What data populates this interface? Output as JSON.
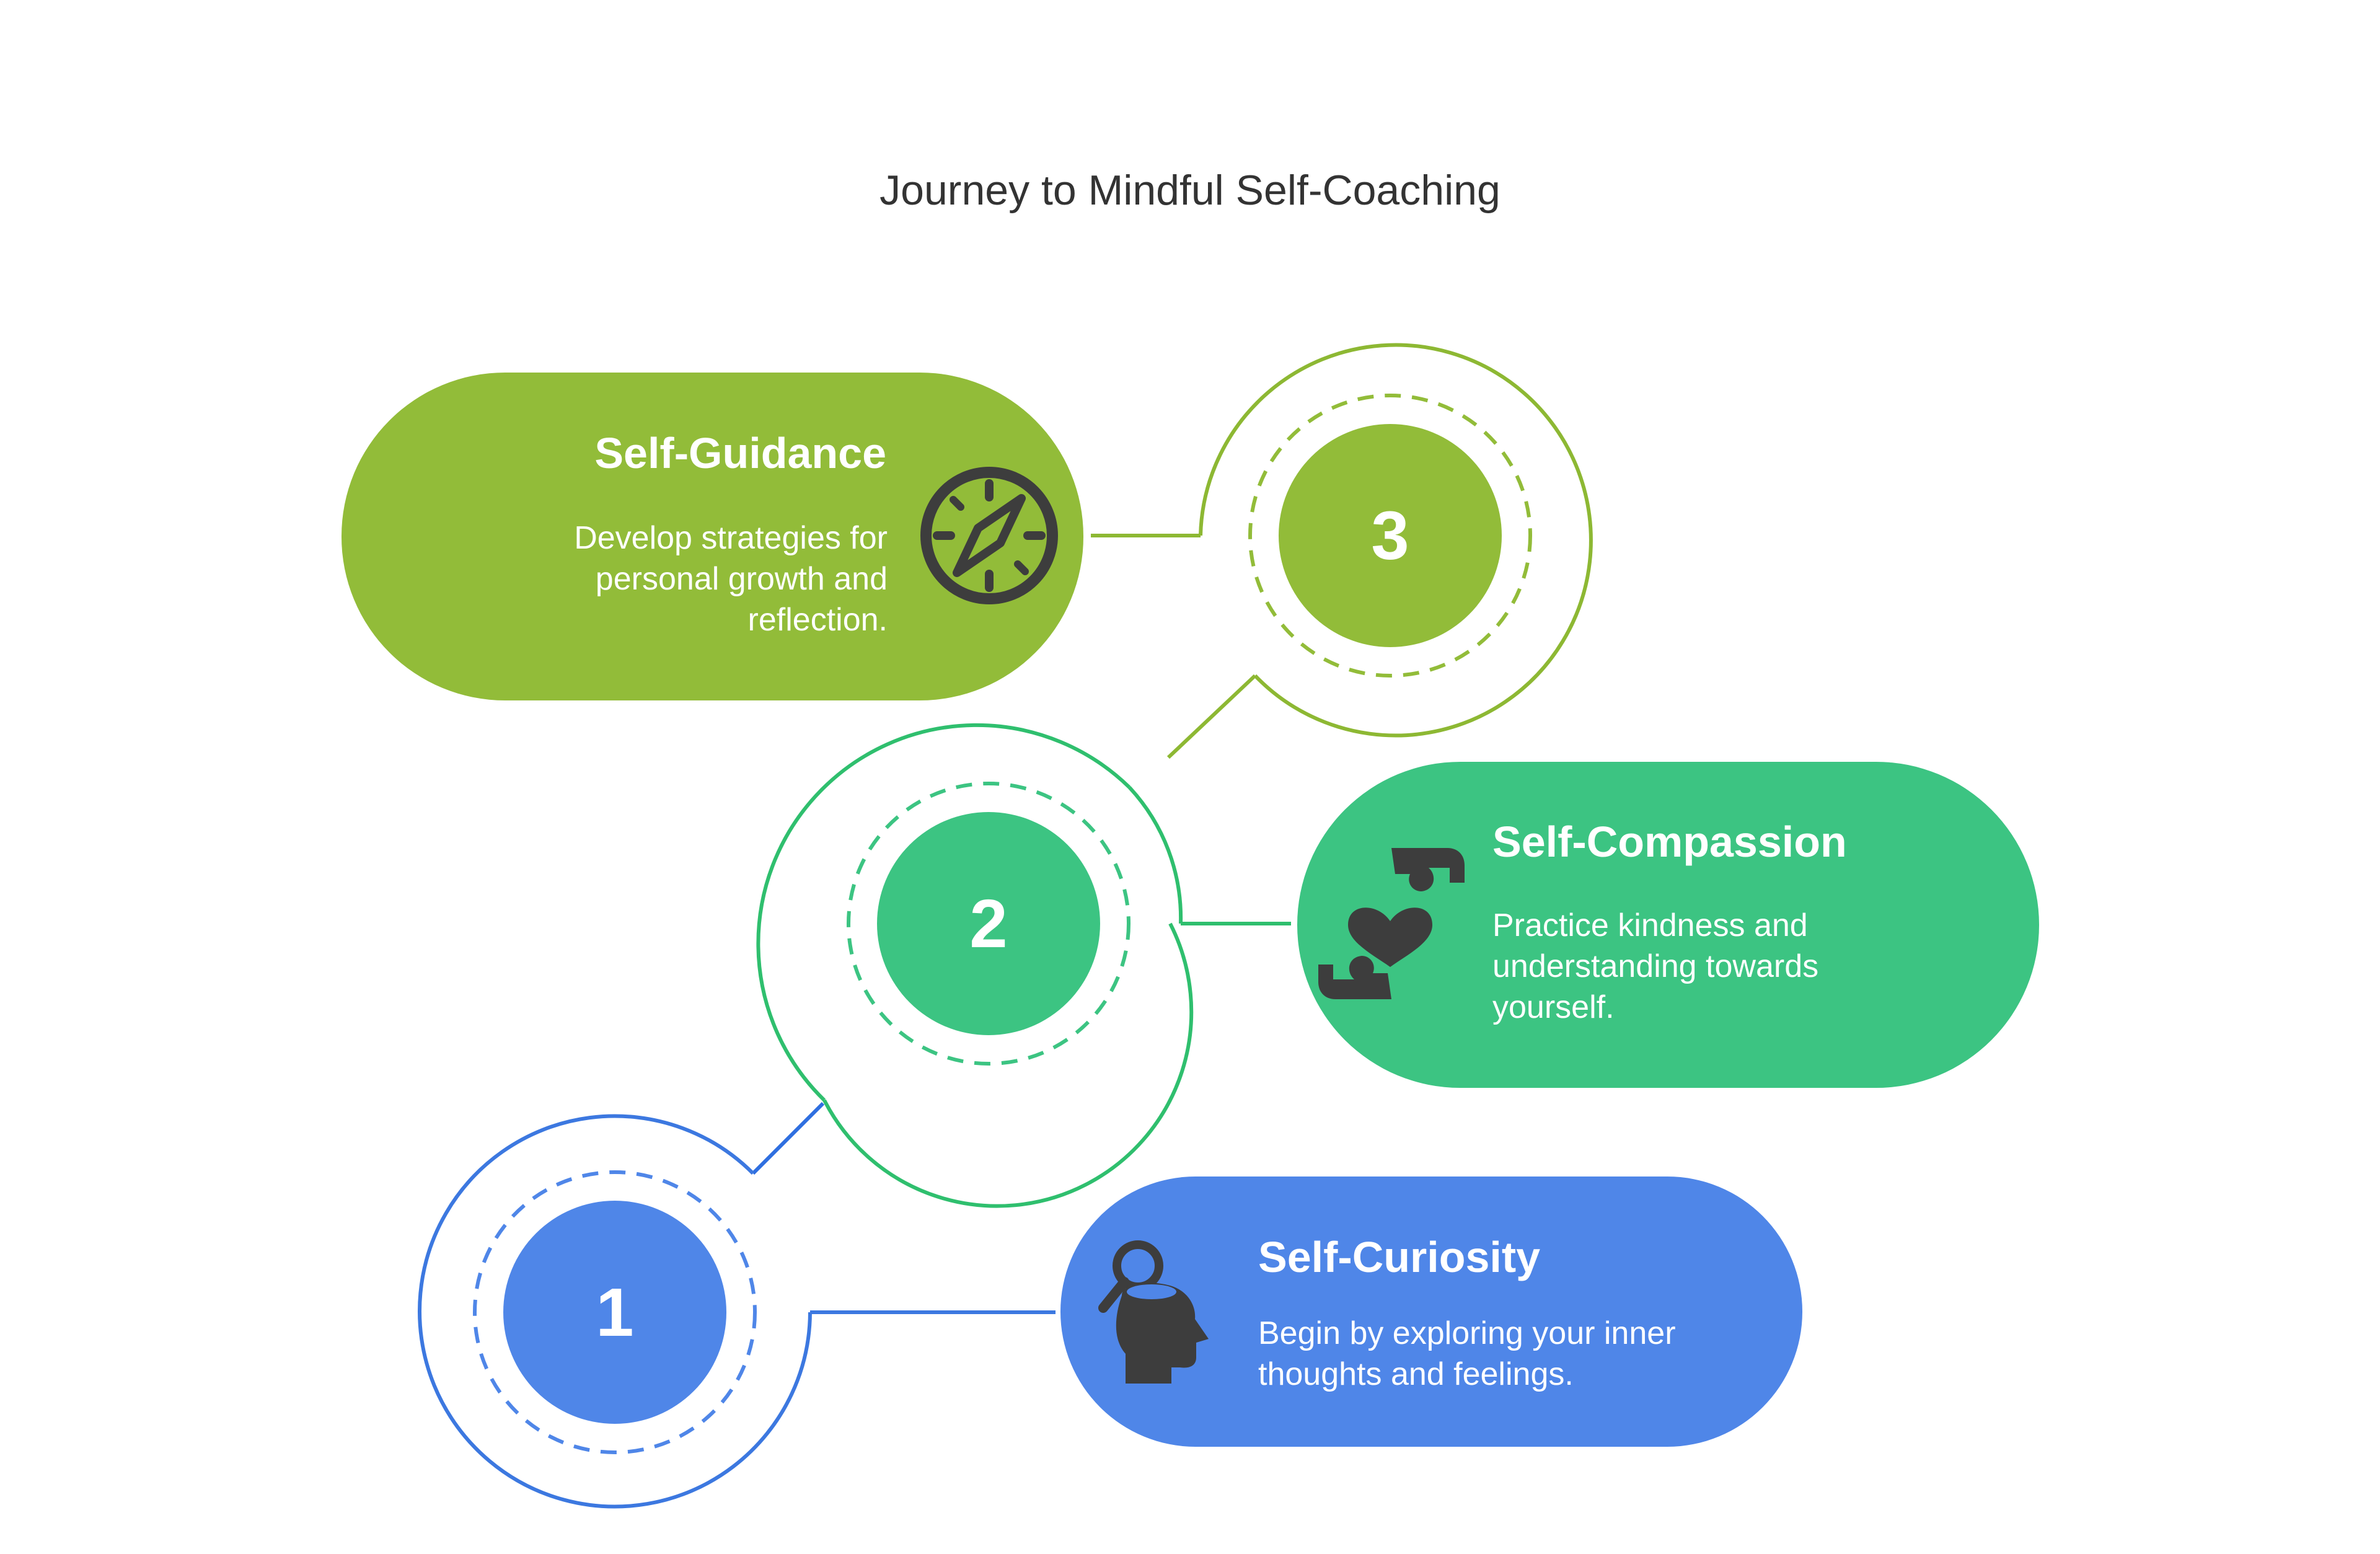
{
  "title": "Journey to Mindful Self-Coaching",
  "steps": [
    {
      "number": "1",
      "title": "Self-Curiosity",
      "description_lines": [
        "Begin by exploring your inner",
        "thoughts and feelings."
      ],
      "icon": "head-magnifier-icon",
      "color": "#4F86E8"
    },
    {
      "number": "2",
      "title": "Self-Compassion",
      "description_lines": [
        "Practice kindness and",
        "understanding towards",
        "yourself."
      ],
      "icon": "hands-heart-icon",
      "color": "#3CC482"
    },
    {
      "number": "3",
      "title": "Self-Guidance",
      "description_lines": [
        "Develop strategies for",
        "personal growth and",
        "reflection."
      ],
      "icon": "compass-icon",
      "color": "#92BC39"
    }
  ],
  "icon_color": "#3D3D3D"
}
